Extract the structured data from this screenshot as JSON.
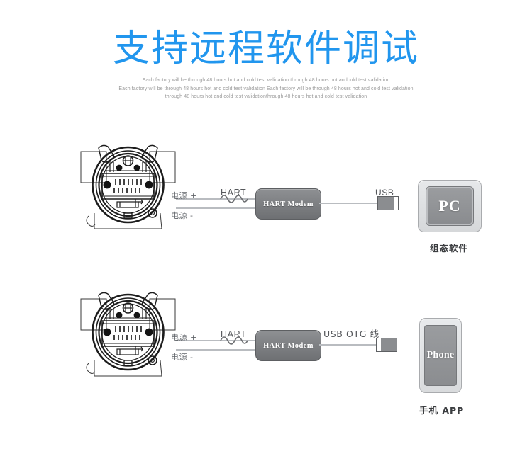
{
  "header": {
    "title": "支持远程软件调试",
    "title_color": "#2196ee",
    "subtitle_lines": [
      "Each factory will be through 48 hours hot and cold test validation through 48 hours hot andcold test validation",
      "Each factory will be through 48 hours hot and cold test validation Each factory will be through 48 hours hot and cold test validation",
      "through 48 hours hot and cold test validationthrough 48 hours hot and cold test validation"
    ]
  },
  "diagrams": [
    {
      "id": "pc",
      "device_name": "transmitter-housing",
      "power_plus": "电源 +",
      "power_minus": "电源 -",
      "hart_label": "HART",
      "modem_label": "HART Modem",
      "cable_label": "USB",
      "endpoint_label": "PC",
      "caption": "组态软件"
    },
    {
      "id": "phone",
      "device_name": "transmitter-housing",
      "power_plus": "电源 +",
      "power_minus": "电源 -",
      "hart_label": "HART",
      "modem_label": "HART Modem",
      "cable_label": "USB OTG 线",
      "endpoint_label": "Phone",
      "caption": "手机 APP"
    }
  ],
  "colors": {
    "title_blue": "#2196ee",
    "subtitle_gray": "#9a9a9a",
    "wire_gray": "#b9bcc0",
    "modem_gray": "#7c7e81",
    "device_line": "#1a1a1a",
    "background": "#ffffff"
  }
}
